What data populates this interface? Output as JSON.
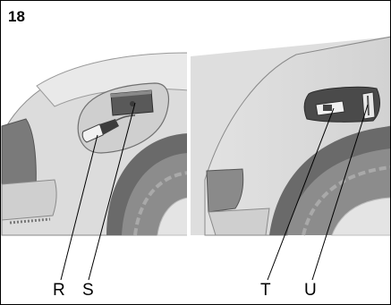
{
  "figure": {
    "number": "18",
    "callouts": {
      "r": "R",
      "s": "S",
      "t": "T",
      "u": "U"
    }
  }
}
